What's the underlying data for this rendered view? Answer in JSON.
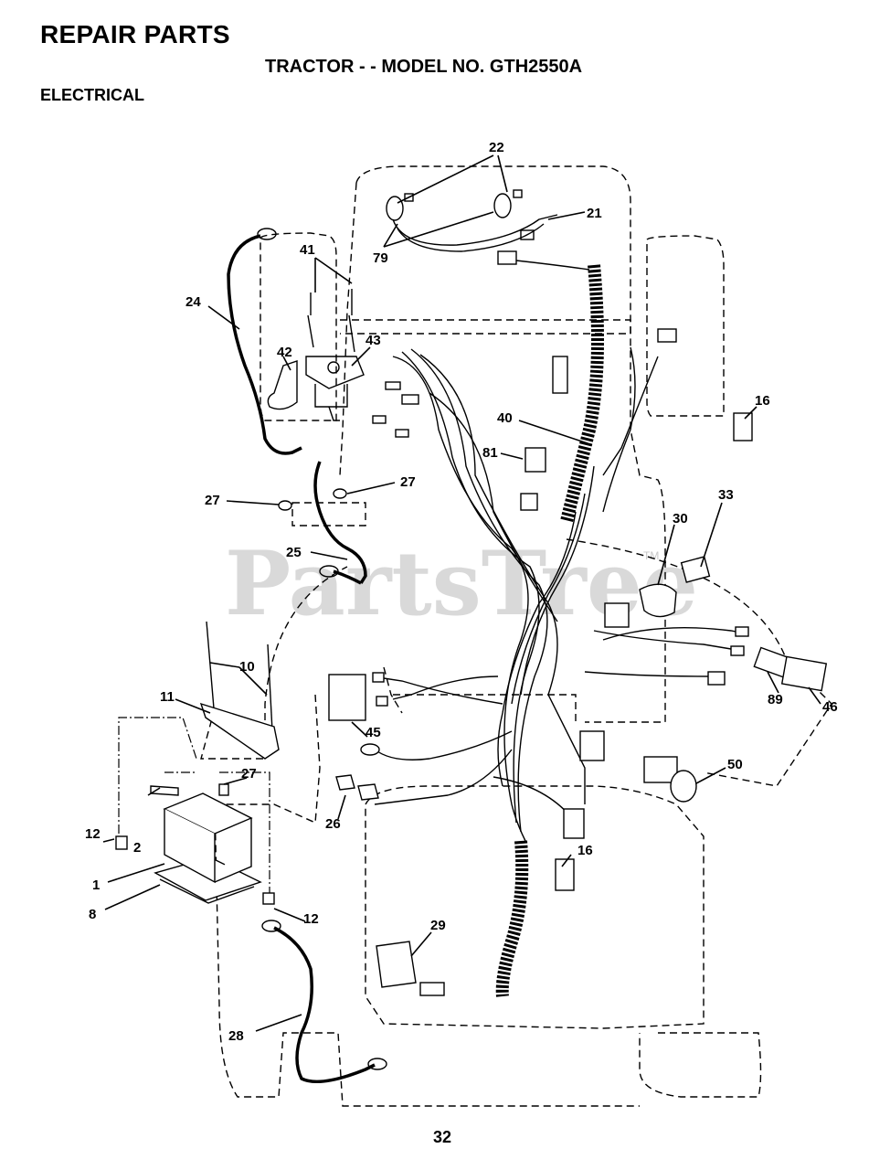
{
  "header": {
    "title": "REPAIR PARTS",
    "subtitle": "TRACTOR - - MODEL NO. GTH2550A",
    "section": "ELECTRICAL"
  },
  "watermark": {
    "text": "PartsTree",
    "tm": "TM"
  },
  "page_number": "32",
  "callouts": {
    "c1": "1",
    "c2": "2",
    "c8": "8",
    "c10": "10",
    "c11": "11",
    "c12a": "12",
    "c12b": "12",
    "c16a": "16",
    "c16b": "16",
    "c21": "21",
    "c22": "22",
    "c24": "24",
    "c25": "25",
    "c26": "26",
    "c27a": "27",
    "c27b": "27",
    "c27c": "27",
    "c28": "28",
    "c29": "29",
    "c30": "30",
    "c33": "33",
    "c40": "40",
    "c41": "41",
    "c42": "42",
    "c43": "43",
    "c45": "45",
    "c46": "46",
    "c50": "50",
    "c79": "79",
    "c81": "81",
    "c89": "89"
  }
}
